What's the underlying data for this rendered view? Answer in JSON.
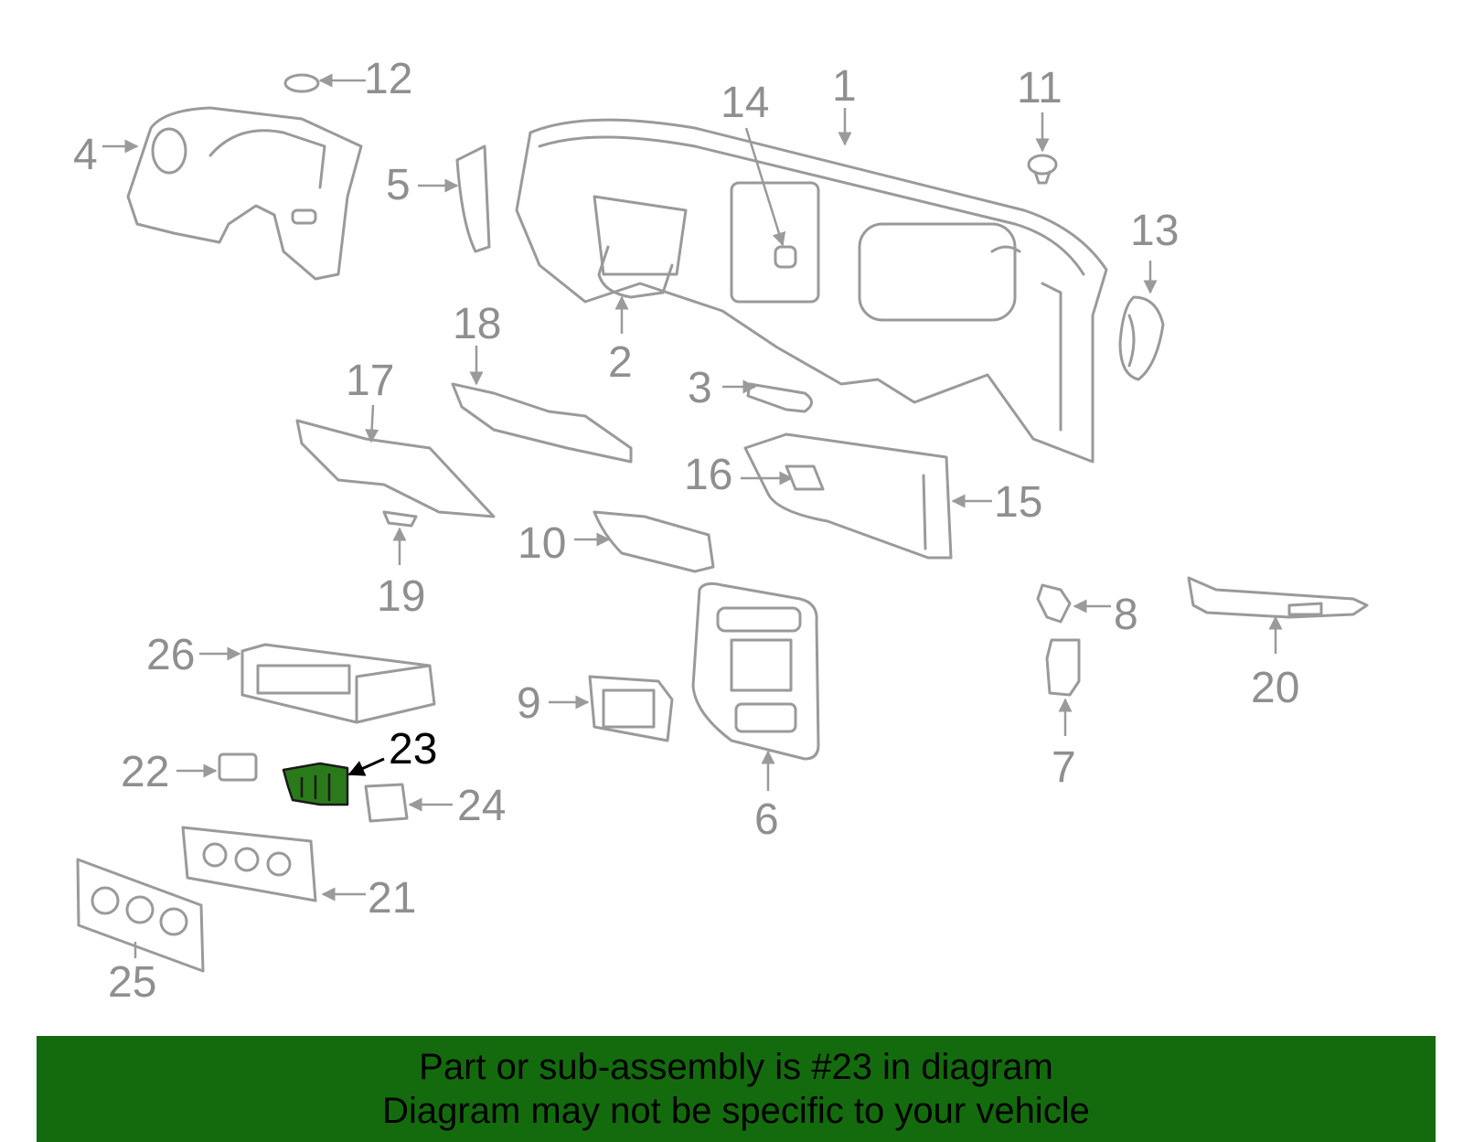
{
  "diagram": {
    "highlight_color": "#2a7a1a",
    "line_color": "#9a9a9a",
    "callouts": {
      "c1": "1",
      "c2": "2",
      "c3": "3",
      "c4": "4",
      "c5": "5",
      "c6": "6",
      "c7": "7",
      "c8": "8",
      "c9": "9",
      "c10": "10",
      "c11": "11",
      "c12": "12",
      "c13": "13",
      "c14": "14",
      "c15": "15",
      "c16": "16",
      "c17": "17",
      "c18": "18",
      "c19": "19",
      "c20": "20",
      "c21": "21",
      "c22": "22",
      "c23": "23",
      "c24": "24",
      "c25": "25",
      "c26": "26"
    }
  },
  "banner": {
    "color": "#146b0e",
    "line1": "Part or sub-assembly is #23 in diagram",
    "line2": "Diagram may not be specific to your vehicle"
  }
}
